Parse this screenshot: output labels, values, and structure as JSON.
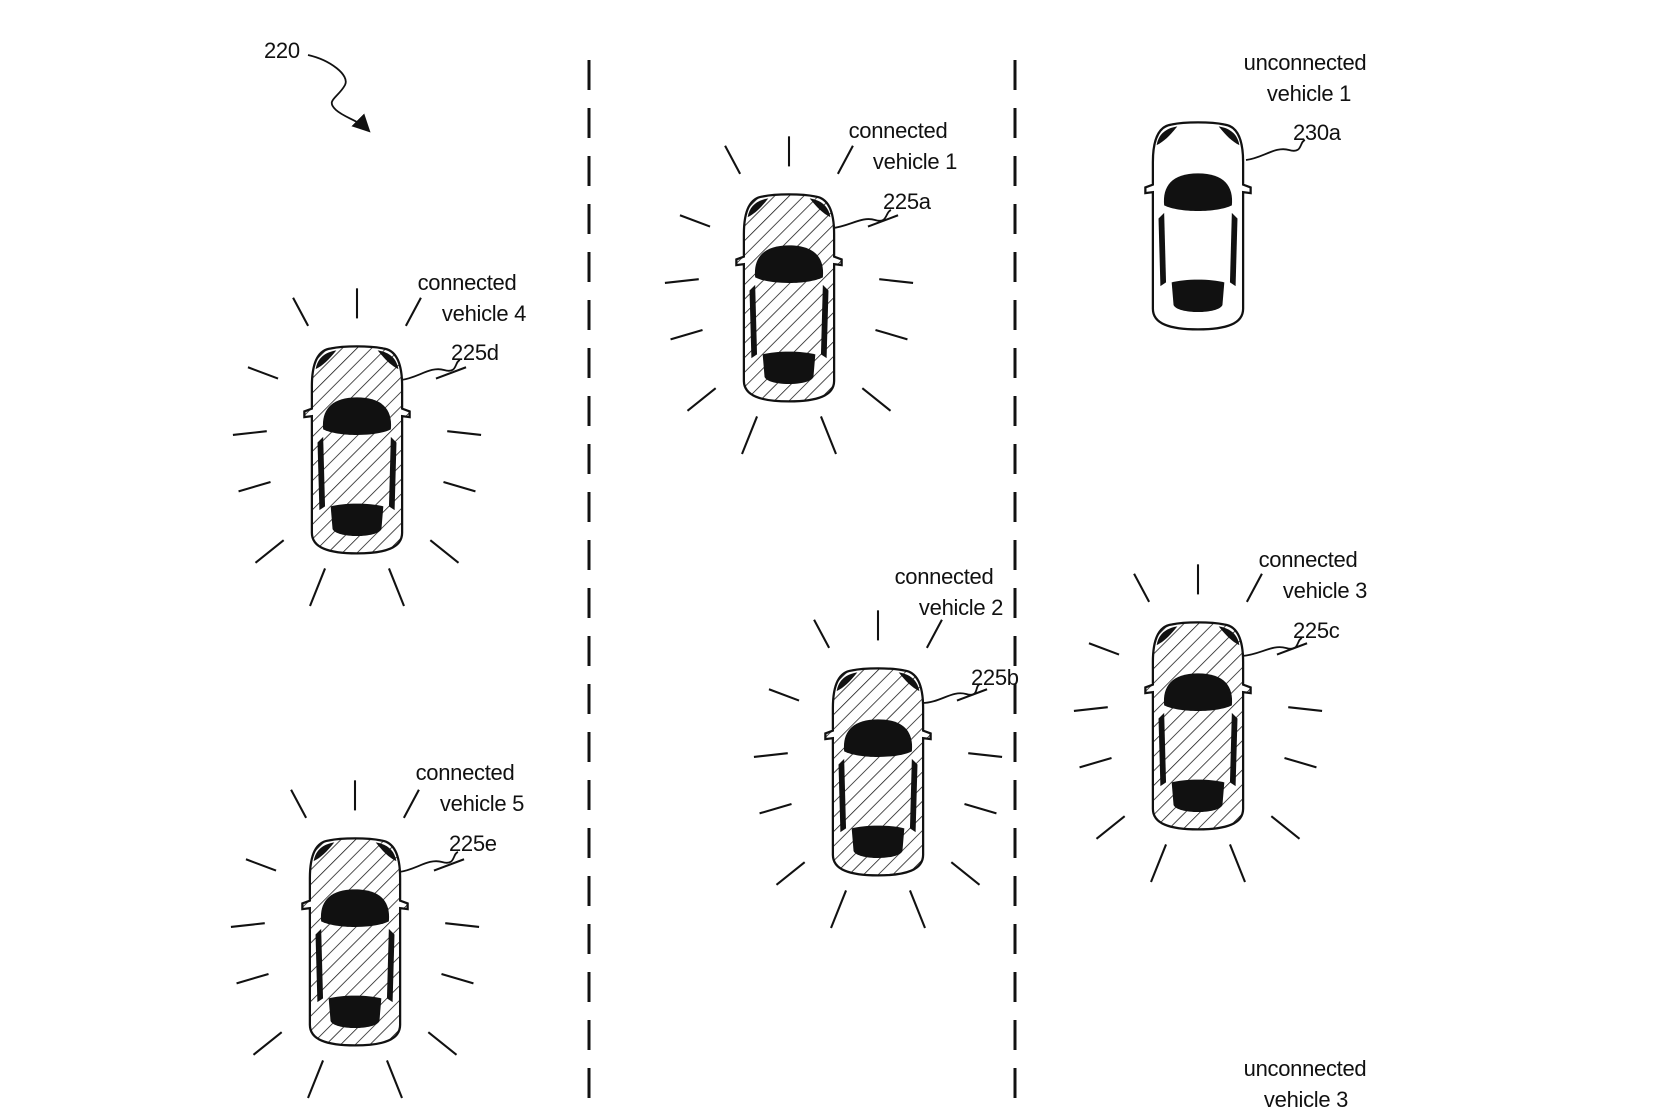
{
  "figure": {
    "ref": "220",
    "vehicles": [
      {
        "id": "v1",
        "name_line1": "connected",
        "name_line2": "vehicle 1",
        "ref": "225a",
        "connected": true
      },
      {
        "id": "v2",
        "name_line1": "connected",
        "name_line2": "vehicle 2",
        "ref": "225b",
        "connected": true
      },
      {
        "id": "v3",
        "name_line1": "connected",
        "name_line2": "vehicle 3",
        "ref": "225c",
        "connected": true
      },
      {
        "id": "v4",
        "name_line1": "connected",
        "name_line2": "vehicle 4",
        "ref": "225d",
        "connected": true
      },
      {
        "id": "v5",
        "name_line1": "connected",
        "name_line2": "vehicle 5",
        "ref": "225e",
        "connected": true
      },
      {
        "id": "u1",
        "name_line1": "unconnected",
        "name_line2": "vehicle 1",
        "ref": "230a",
        "connected": false
      }
    ],
    "partial_label": {
      "name_line1": "unconnected",
      "name_line2": "vehicle 3"
    },
    "lane_line_style": "dashed",
    "connected_fill": "diagonal-hatch",
    "colors": {
      "ink": "#111111",
      "background": "#ffffff"
    }
  }
}
